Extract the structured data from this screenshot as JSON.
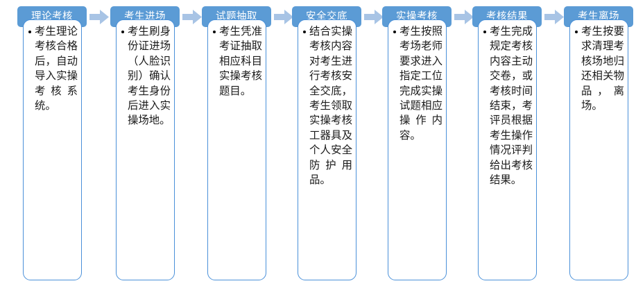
{
  "diagram": {
    "type": "horizontal-process-flow",
    "stage_count": 7,
    "colors": {
      "tab_fill": "#5B9BD5",
      "tab_text": "#FFFFFF",
      "arrow_fill": "#A8C4E5",
      "box_border": "#4A90D9",
      "box_fill": "#FFFFFF",
      "body_text": "#1A1A1A"
    },
    "arrow_icon_name": "right-arrow-icon",
    "stages": [
      {
        "label": "理论考核",
        "body": "考生理论考核合格后，自动导入实操考核系统。"
      },
      {
        "label": "考生进场",
        "body": "考生刷身份证进场（人脸识别）确认考生身份后进入实操场地。"
      },
      {
        "label": "试题抽取",
        "body": "考生凭准考证抽取相应科目实操考核题目。"
      },
      {
        "label": "安全交底",
        "body": "结合实操考核内容对考生进行考核安全交底，考生领取实操考核工器具及个人安全防护用品。"
      },
      {
        "label": "实操考核",
        "body": "考生按照考场老师要求进入指定工位完成实操试题相应操作内容。"
      },
      {
        "label": "考核结果",
        "body": "考生完成规定考核内容主动交卷，或考核时间结束，考评员根据考生操作情况评判给出考核结果。"
      },
      {
        "label": "考生离场",
        "body": "考生按要求清理考核场地归还相关物品，离场。"
      }
    ]
  }
}
